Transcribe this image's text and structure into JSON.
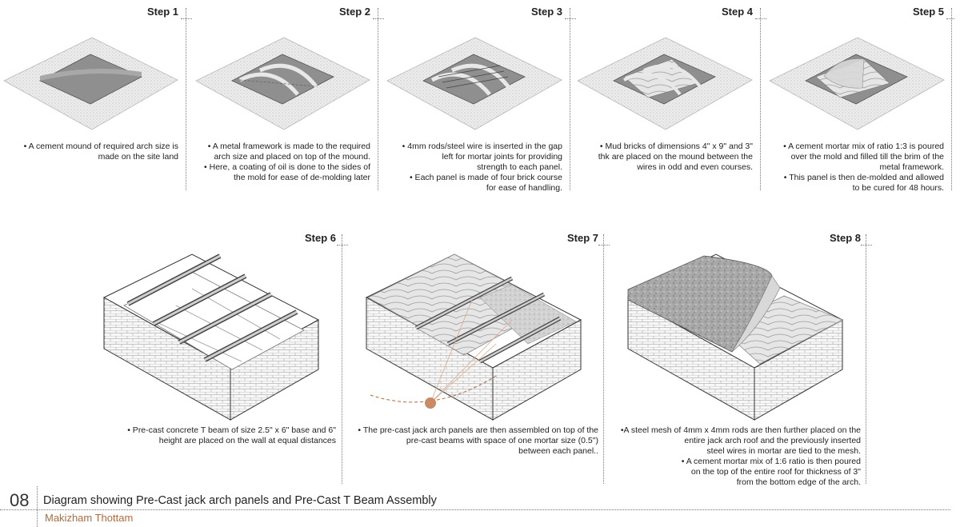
{
  "steps": [
    {
      "label": "Step 1",
      "lines": [
        "• A cement mound of required arch size is",
        "made on the site land"
      ]
    },
    {
      "label": "Step 2",
      "lines": [
        "• A metal  framework is made to the required",
        "arch size and placed on top of the mound.",
        "• Here, a coating of oil is done to the sides of",
        "the mold for ease of de-molding later"
      ]
    },
    {
      "label": "Step 3",
      "lines": [
        "• 4mm rods/steel wire is inserted in the gap",
        "left for mortar joints for providing",
        "strength to each panel.",
        "• Each panel is made of four brick course",
        "for ease of handling."
      ]
    },
    {
      "label": "Step 4",
      "lines": [
        "• Mud bricks of dimensions 4\" x 9\" and 3\"",
        "thk are placed on the mound between  the",
        "wires in odd and even courses."
      ]
    },
    {
      "label": "Step 5",
      "lines": [
        "• A cement mortar mix of ratio 1:3 is  poured",
        "over the mold and filled till the brim of the",
        "metal framework.",
        "• This panel is then de-molded and allowed",
        "to be cured for 48 hours."
      ]
    },
    {
      "label": "Step 6",
      "lines": [
        "• Pre-cast concrete T beam of size 2.5\" x 6\" base and 6\"",
        "height are  placed on the wall at equal distances"
      ]
    },
    {
      "label": "Step 7",
      "lines": [
        "• The pre-cast jack arch panels are then assembled on top of the",
        "pre-cast beams with space of one mortar size (0.5\")",
        "between each panel.."
      ]
    },
    {
      "label": "Step 8",
      "lines": [
        "•A steel mesh of 4mm x 4mm rods are then further placed on the",
        "entire jack arch roof and the previously inserted",
        "steel wires in mortar are tied to the mesh.",
        "• A cement mortar mix of 1:6 ratio is then poured",
        "on the top of the entire roof for thickness of 3\"",
        "from the bottom edge of the arch."
      ]
    }
  ],
  "footer": {
    "number": "08",
    "title": "Diagram showing Pre-Cast jack arch panels and Pre-Cast T Beam Assembly",
    "author": "Makizham Thottam"
  },
  "colors": {
    "accent": "#b36b3d",
    "text": "#222222",
    "line": "#777777"
  }
}
